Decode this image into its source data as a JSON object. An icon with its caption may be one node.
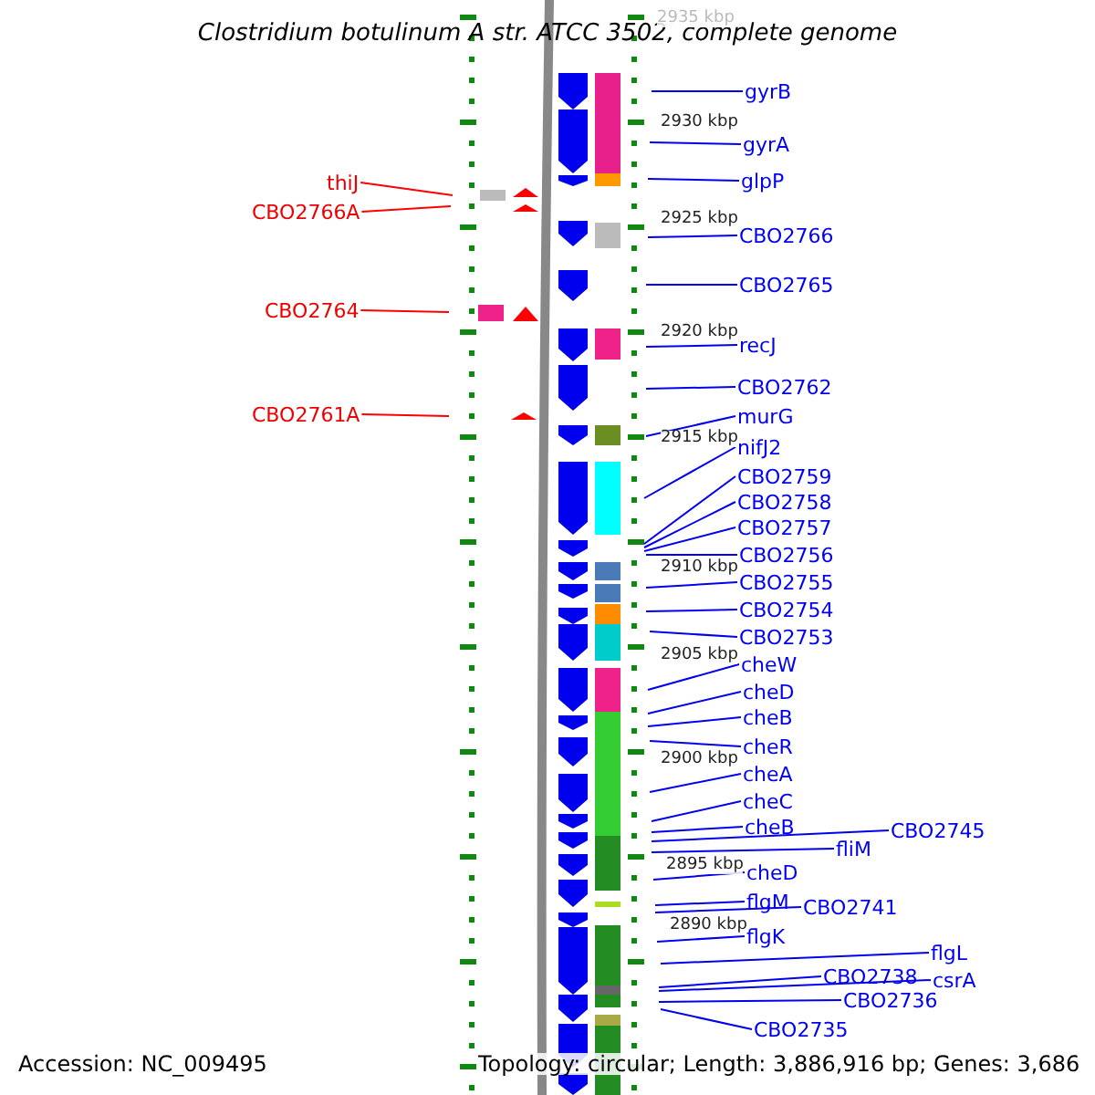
{
  "diagram": {
    "title": "Clostridium botulinum A str. ATCC 3502, complete genome",
    "nodes": [
      {
        "text": [
          "thiJ"
        ]
      },
      {
        "text": [
          "CBO2766A"
        ]
      },
      {
        "text": [
          "CBO2764"
        ]
      },
      {
        "text": [
          "CBO2761A"
        ]
      },
      {
        "text": [
          "gyrB"
        ]
      },
      {
        "text": [
          "gyrA"
        ]
      },
      {
        "text": [
          "glpP"
        ]
      },
      {
        "text": [
          "CBO2766"
        ]
      },
      {
        "text": [
          "CBO2765"
        ]
      },
      {
        "text": [
          "recJ"
        ]
      },
      {
        "text": [
          "CBO2762"
        ]
      },
      {
        "text": [
          "murG"
        ]
      },
      {
        "text": [
          "nifJ2"
        ]
      },
      {
        "text": [
          "CBO2759"
        ]
      },
      {
        "text": [
          "CBO2758"
        ]
      },
      {
        "text": [
          "CBO2757"
        ]
      },
      {
        "text": [
          "CBO2756"
        ]
      },
      {
        "text": [
          "CBO2755"
        ]
      },
      {
        "text": [
          "CBO2754"
        ]
      },
      {
        "text": [
          "CBO2753"
        ]
      },
      {
        "text": [
          "cheW"
        ]
      },
      {
        "text": [
          "cheD"
        ]
      },
      {
        "text": [
          "cheB"
        ]
      },
      {
        "text": [
          "cheR"
        ]
      },
      {
        "text": [
          "cheA"
        ]
      },
      {
        "text": [
          "cheC"
        ]
      },
      {
        "text": [
          "cheB"
        ]
      },
      {
        "text": [
          "CBO2745"
        ]
      },
      {
        "text": [
          "fliM"
        ]
      },
      {
        "text": [
          "cheD"
        ]
      },
      {
        "text": [
          "flgM"
        ]
      },
      {
        "text": [
          "CBO2741"
        ]
      },
      {
        "text": [
          "flgK"
        ]
      },
      {
        "text": [
          "flgL"
        ]
      },
      {
        "text": [
          "CBO2738"
        ]
      },
      {
        "text": [
          "csrA"
        ]
      },
      {
        "text": [
          "CBO2736"
        ]
      },
      {
        "text": [
          "CBO2735"
        ]
      }
    ],
    "edges": [
      {
        "from": 0,
        "to": null,
        "arrow": "none",
        "color": "#ff0000"
      },
      {
        "from": 1,
        "to": null,
        "arrow": "none",
        "color": "#ff0000"
      },
      {
        "from": 2,
        "to": null,
        "arrow": "none",
        "color": "#ff0000"
      },
      {
        "from": 3,
        "to": null,
        "arrow": "none",
        "color": "#ff0000"
      },
      {
        "from": 4,
        "to": null,
        "arrow": "none"
      },
      {
        "from": 5,
        "to": null,
        "arrow": "none"
      },
      {
        "from": 6,
        "to": null,
        "arrow": "none"
      },
      {
        "from": 7,
        "to": null,
        "arrow": "none"
      },
      {
        "from": 8,
        "to": null,
        "arrow": "none"
      },
      {
        "from": 9,
        "to": null,
        "arrow": "none"
      },
      {
        "from": 10,
        "to": null,
        "arrow": "none"
      },
      {
        "from": 11,
        "to": null,
        "arrow": "none"
      },
      {
        "from": 12,
        "to": null,
        "arrow": "none"
      },
      {
        "from": 13,
        "to": null,
        "arrow": "none"
      },
      {
        "from": 14,
        "to": null,
        "arrow": "none"
      },
      {
        "from": 15,
        "to": null,
        "arrow": "none"
      },
      {
        "from": 16,
        "to": null,
        "arrow": "none"
      },
      {
        "from": 17,
        "to": null,
        "arrow": "none"
      },
      {
        "from": 18,
        "to": null,
        "arrow": "none"
      },
      {
        "from": 19,
        "to": null,
        "arrow": "none"
      },
      {
        "from": 20,
        "to": null,
        "arrow": "none"
      },
      {
        "from": 21,
        "to": null,
        "arrow": "none"
      },
      {
        "from": 22,
        "to": null,
        "arrow": "none"
      },
      {
        "from": 23,
        "to": null,
        "arrow": "none"
      },
      {
        "from": 24,
        "to": null,
        "arrow": "none"
      },
      {
        "from": 25,
        "to": null,
        "arrow": "none"
      },
      {
        "from": 26,
        "to": null,
        "arrow": "none"
      },
      {
        "from": 27,
        "to": null,
        "arrow": "none"
      },
      {
        "from": 28,
        "to": null,
        "arrow": "none"
      },
      {
        "from": 29,
        "to": null,
        "arrow": "none"
      },
      {
        "from": 30,
        "to": null,
        "arrow": "none"
      },
      {
        "from": 31,
        "to": null,
        "arrow": "none"
      },
      {
        "from": 32,
        "to": null,
        "arrow": "none"
      },
      {
        "from": 33,
        "to": null,
        "arrow": "none"
      },
      {
        "from": 34,
        "to": null,
        "arrow": "none"
      },
      {
        "from": 35,
        "to": null,
        "arrow": "none"
      },
      {
        "from": 36,
        "to": null,
        "arrow": "none"
      },
      {
        "from": 37,
        "to": null,
        "arrow": "none"
      }
    ],
    "labels": [
      "2935 kbp",
      "2930 kbp",
      "2925 kbp",
      "2920 kbp",
      "2915 kbp",
      "2910 kbp",
      "2905 kbp",
      "2900 kbp",
      "2895 kbp",
      "2890 kbp",
      "Accession: NC_009495",
      "Topology: circular; Length: 3,886,916 bp; Genes: 3,686"
    ]
  }
}
